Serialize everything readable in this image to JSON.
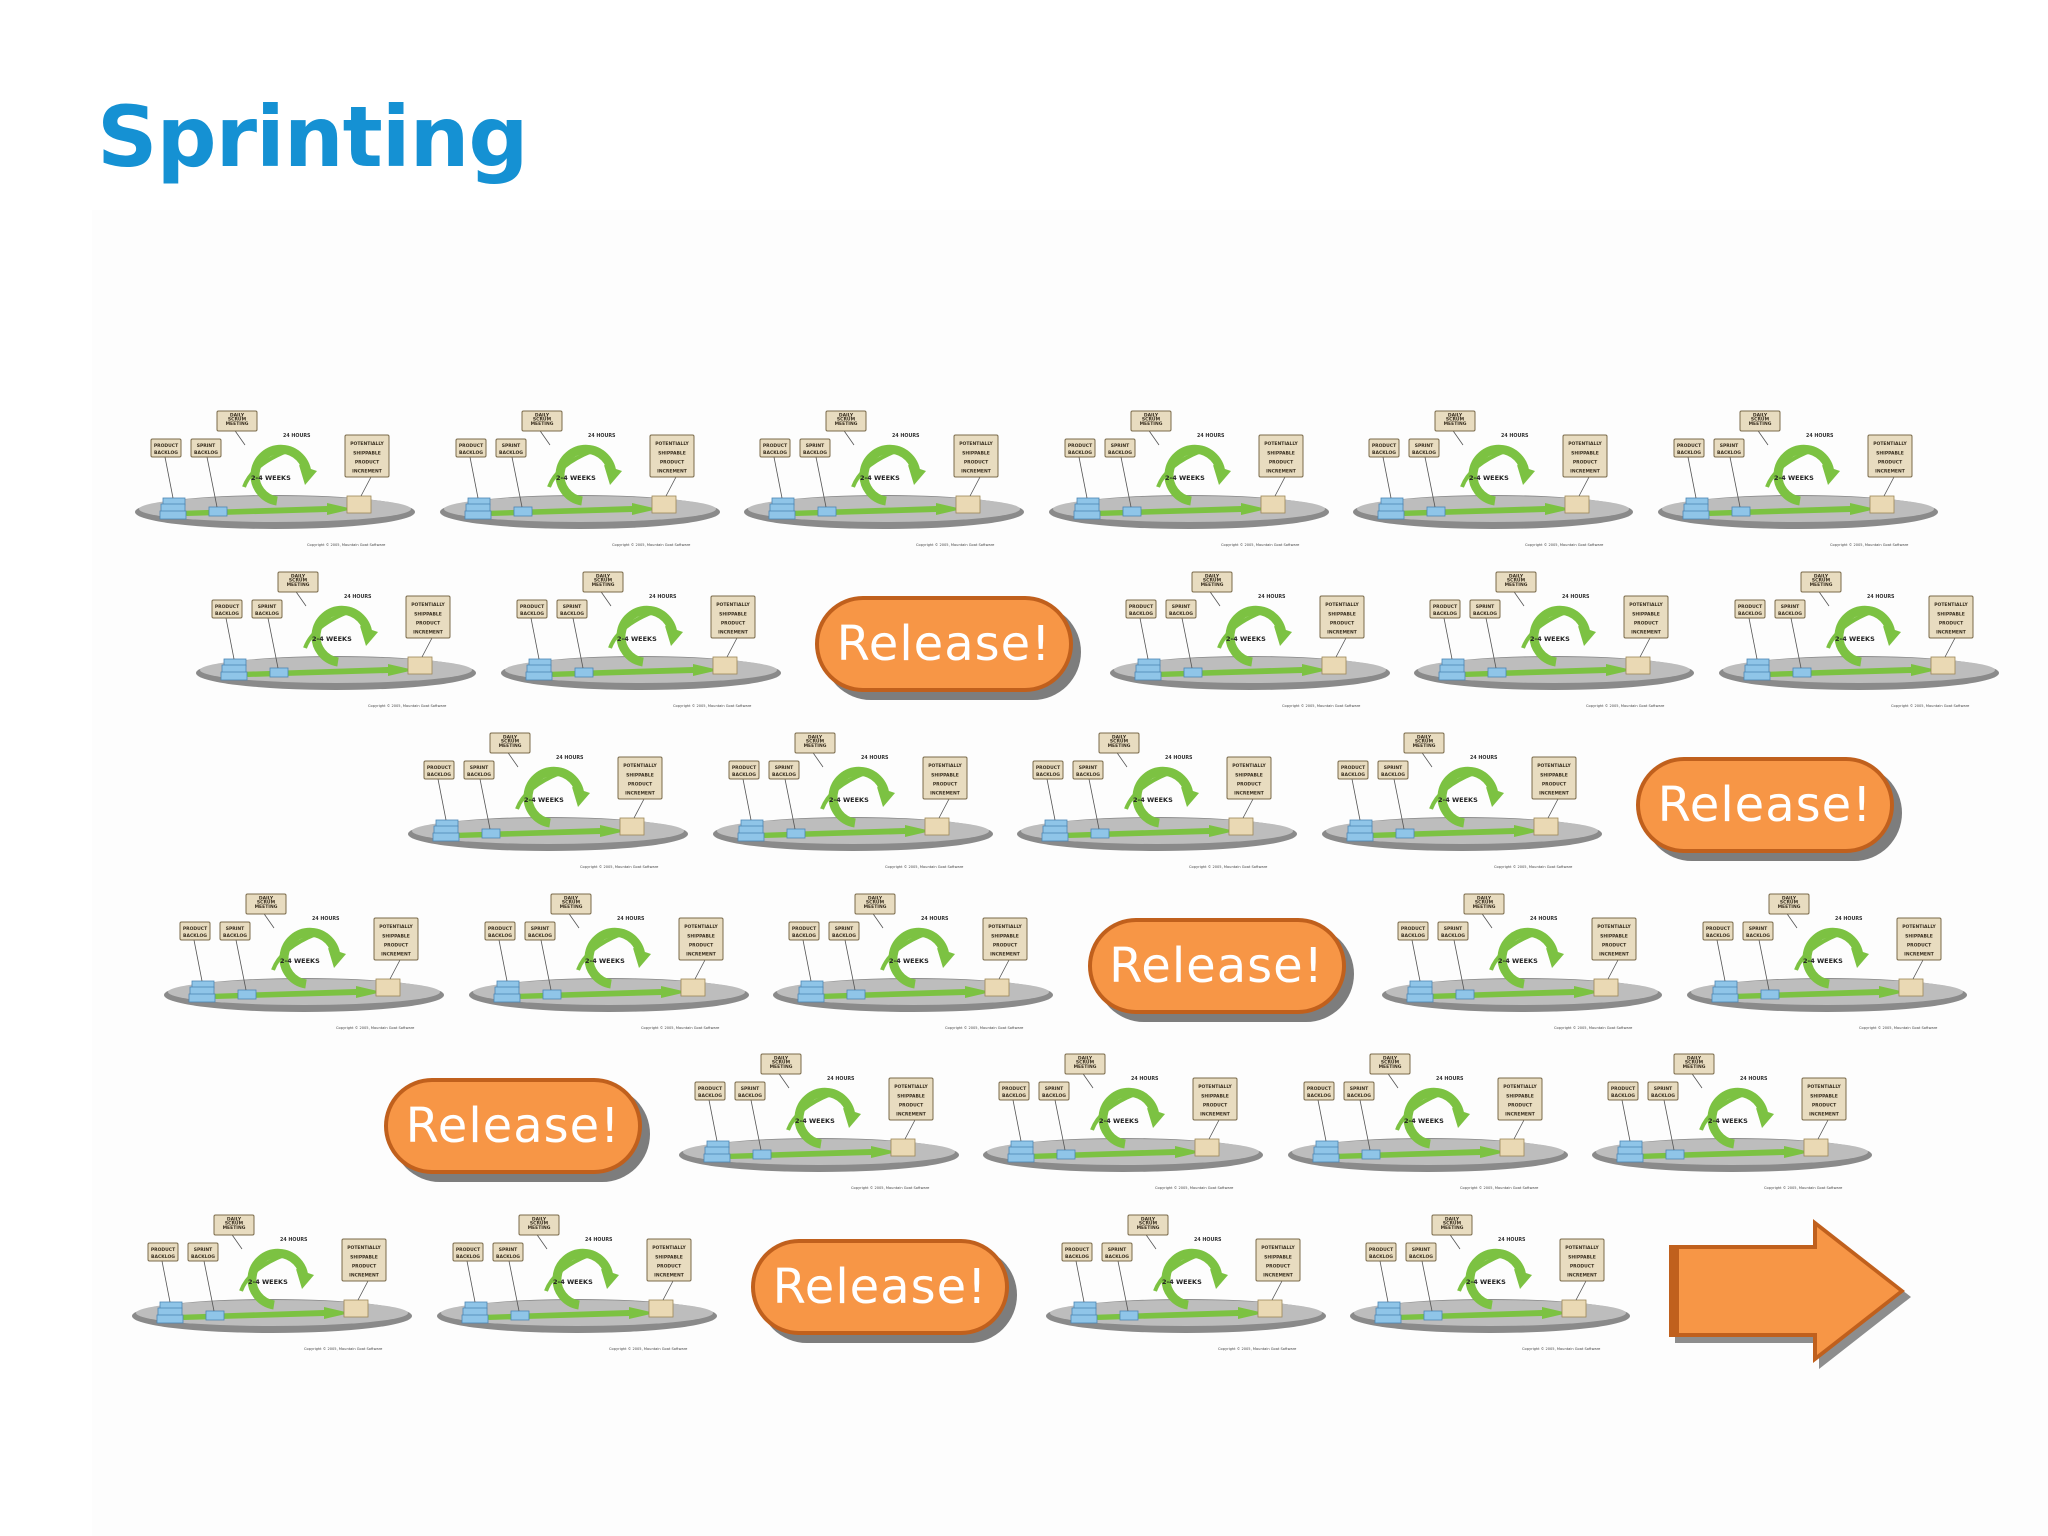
{
  "title": "Sprinting",
  "colors": {
    "title": "#1591d3",
    "release_fill": "#f79646",
    "release_border": "#c0601d",
    "cycle_green": "#7cc242",
    "backlog_blue": "#8fc5e8",
    "increment_tan": "#ead9b4",
    "label_tan": "#e8dcc0",
    "platter_grey": "#8a8a8a"
  },
  "sprint_diagram": {
    "icon": "scrum-sprint-cycle-diagram",
    "daily_scrum_label": "Daily Scrum Meeting",
    "hours_label": "24 Hours",
    "weeks_label": "2-4 Weeks",
    "product_backlog_label": "Product Backlog",
    "sprint_backlog_label": "Sprint Backlog",
    "increment_label": "Potentially Shippable Product Increment",
    "copyright": "Copyright © 2005, Mountain Goat Software"
  },
  "release_label": "Release!",
  "rows": [
    [
      "sprint",
      "sprint",
      "sprint",
      "sprint",
      "sprint",
      "sprint"
    ],
    [
      "sprint",
      "sprint",
      "release",
      "sprint",
      "sprint",
      "sprint"
    ],
    [
      "sprint",
      "sprint",
      "sprint",
      "sprint",
      "release"
    ],
    [
      "sprint",
      "sprint",
      "sprint",
      "release",
      "sprint",
      "sprint"
    ],
    [
      "release",
      "sprint",
      "sprint",
      "sprint",
      "sprint"
    ],
    [
      "sprint",
      "sprint",
      "release",
      "sprint",
      "sprint",
      "arrow"
    ]
  ],
  "arrow_icon": "right-arrow-icon"
}
